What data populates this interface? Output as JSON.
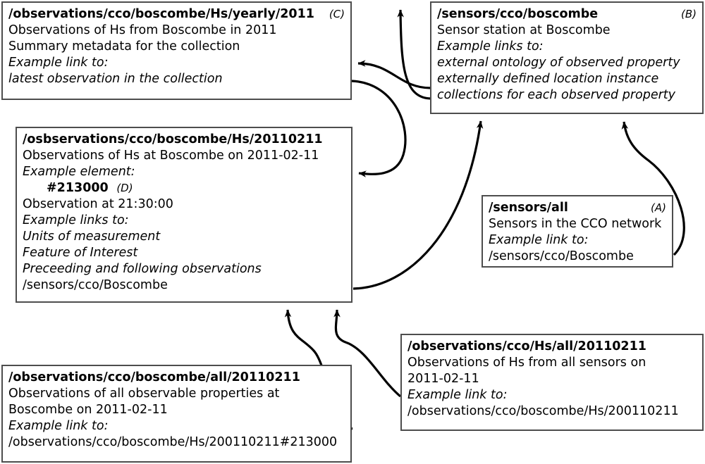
{
  "diagram": {
    "title": "Linked data URI structure for CCO sensor observations",
    "colors": {
      "box_border": "#4d4d4d",
      "arrow": "#000000",
      "background": "#ffffff"
    }
  },
  "nodes": [
    {
      "id": "C",
      "tag": "(C)",
      "title": "/observations/cco/boscombe/Hs/yearly/2011",
      "lines": [
        {
          "text": "Observations of Hs from Boscombe in 2011",
          "style": "plain"
        },
        {
          "text": "Summary metadata for the collection",
          "style": "plain"
        },
        {
          "text": "Example link to:",
          "style": "italic"
        },
        {
          "text": "latest observation in the collection",
          "style": "italic"
        }
      ]
    },
    {
      "id": "B",
      "tag": "(B)",
      "title": "/sensors/cco/boscombe",
      "lines": [
        {
          "text": "Sensor station at Boscombe",
          "style": "plain"
        },
        {
          "text": "Example links to:",
          "style": "italic"
        },
        {
          "text": "external ontology of observed property",
          "style": "italic"
        },
        {
          "text": "externally defined location instance",
          "style": "italic"
        },
        {
          "text": "collections for each observed property",
          "style": "italic"
        }
      ]
    },
    {
      "id": "D",
      "tag": "(D)",
      "title": "/osbservations/cco/boscombe/Hs/20110211",
      "lines": [
        {
          "text": "Observations of Hs at Boscombe on 2011-02-11",
          "style": "plain"
        },
        {
          "text": "Example element:",
          "style": "italic"
        },
        {
          "text": "#213000",
          "style": "bold-indent",
          "tag": "(D)"
        },
        {
          "text": "Observation at 21:30:00",
          "style": "plain"
        },
        {
          "text": "Example links to:",
          "style": "italic"
        },
        {
          "text": "Units of measurement",
          "style": "italic"
        },
        {
          "text": "Feature of Interest",
          "style": "italic"
        },
        {
          "text": "Preceeding and following observations",
          "style": "italic"
        },
        {
          "text": "/sensors/cco/Boscombe",
          "style": "plain"
        }
      ]
    },
    {
      "id": "A",
      "tag": "(A)",
      "title": "/sensors/all",
      "lines": [
        {
          "text": "Sensors in the CCO network",
          "style": "plain"
        },
        {
          "text": "Example link to:",
          "style": "italic"
        },
        {
          "text": "/sensors/cco/Boscombe",
          "style": "plain"
        }
      ]
    },
    {
      "id": "E",
      "tag": "",
      "title": "/observations/cco/boscombe/all/20110211",
      "lines": [
        {
          "text": "Observations of all observable properties at",
          "style": "plain"
        },
        {
          "text": "Boscombe on 2011-02-11",
          "style": "plain"
        },
        {
          "text": "Example link to:",
          "style": "italic"
        },
        {
          "text": "/observations/cco/boscombe/Hs/200110211#213000",
          "style": "plain"
        }
      ]
    },
    {
      "id": "F",
      "tag": "",
      "title": "/observations/cco/Hs/all/20110211",
      "lines": [
        {
          "text": "Observations of Hs from all sensors on",
          "style": "plain"
        },
        {
          "text": "2011-02-11",
          "style": "plain"
        },
        {
          "text": "Example link to:",
          "style": "italic"
        },
        {
          "text": "/observations/cco/boscombe/Hs/200110211",
          "style": "plain"
        }
      ]
    }
  ],
  "connectors": [
    {
      "name": "b-to-offscreen-top",
      "from": "B",
      "to": "offscreen-top"
    },
    {
      "name": "b-to-c",
      "from": "B",
      "to": "C"
    },
    {
      "name": "c-to-d",
      "from": "C",
      "to": "D"
    },
    {
      "name": "d-to-b",
      "from": "D",
      "to": "B"
    },
    {
      "name": "a-to-b",
      "from": "A",
      "to": "B"
    },
    {
      "name": "e-to-d",
      "from": "E",
      "to": "D"
    },
    {
      "name": "f-to-d",
      "from": "F",
      "to": "D"
    }
  ]
}
